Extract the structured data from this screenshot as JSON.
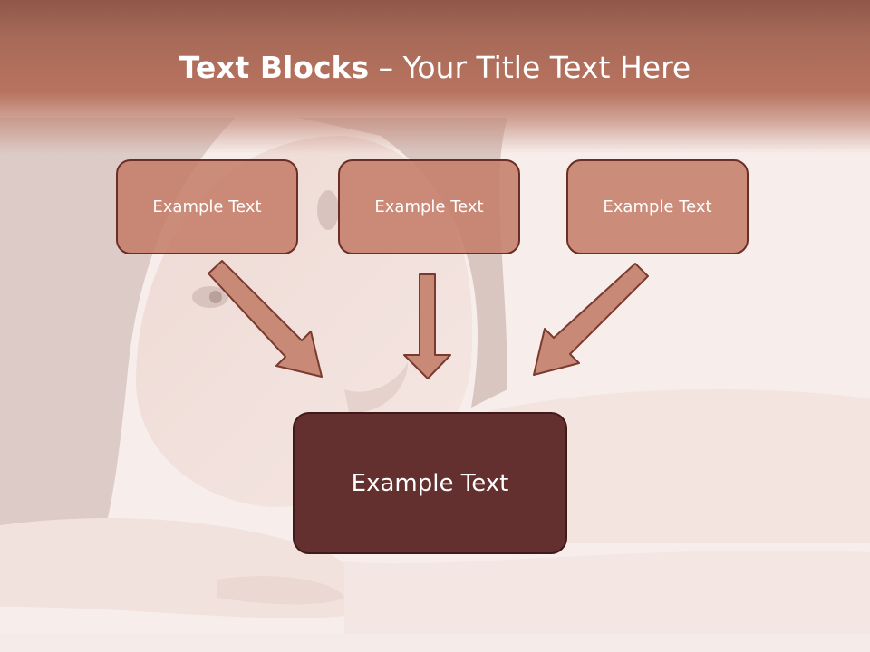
{
  "slide": {
    "title_bold": "Text Blocks",
    "title_rest": " – Your Title Text Here"
  },
  "blocks": [
    {
      "label": "Example Text"
    },
    {
      "label": "Example Text"
    },
    {
      "label": "Example Text"
    }
  ],
  "main_block": {
    "label": "Example Text"
  },
  "colors": {
    "header": "#b8735f",
    "block_fill": "#c47a66",
    "block_border": "#6b2e26",
    "main_fill": "#632f2f",
    "arrow_fill": "#c98977",
    "arrow_stroke": "#7a3a2f"
  }
}
